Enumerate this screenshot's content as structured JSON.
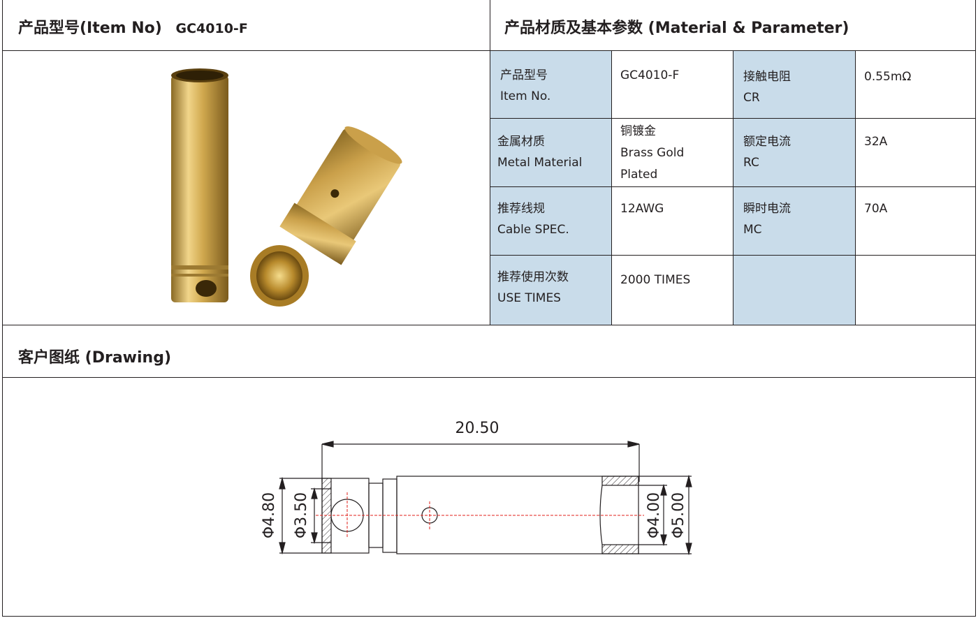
{
  "header": {
    "item_no_title": "产品型号(Item No)",
    "item_no_value": "GC4010-F",
    "material_title": "产品材质及基本参数 (Material & Parameter)"
  },
  "params": {
    "item_no": {
      "cn": "产品型号",
      "en": "Item No.",
      "value": "GC4010-F"
    },
    "contact_resistance": {
      "cn": "接触电阻",
      "en": "CR",
      "value": "0.55mΩ"
    },
    "metal_material": {
      "cn": "金属材质",
      "en": "Metal Material",
      "value_cn": "铜镀金",
      "value_en1": "Brass Gold",
      "value_en2": "Plated"
    },
    "rated_current": {
      "cn": "额定电流",
      "en": "RC",
      "value": "32A"
    },
    "cable_spec": {
      "cn": "推荐线规",
      "en": "Cable SPEC.",
      "value": "12AWG"
    },
    "momentary_current": {
      "cn": "瞬时电流",
      "en": "MC",
      "value": "70A"
    },
    "use_times": {
      "cn": "推荐使用次数",
      "en": "USE TIMES",
      "value": "2000 TIMES"
    }
  },
  "drawing": {
    "title": "客户图纸 (Drawing)",
    "dim_length": "20.50",
    "dim_d480": "Φ4.80",
    "dim_d350": "Φ3.50",
    "dim_d400": "Φ4.00",
    "dim_d500": "Φ5.00"
  },
  "colors": {
    "table_blue": "#c9dcea",
    "gold": "#c9a44a",
    "centerline_red": "#e0201b"
  }
}
